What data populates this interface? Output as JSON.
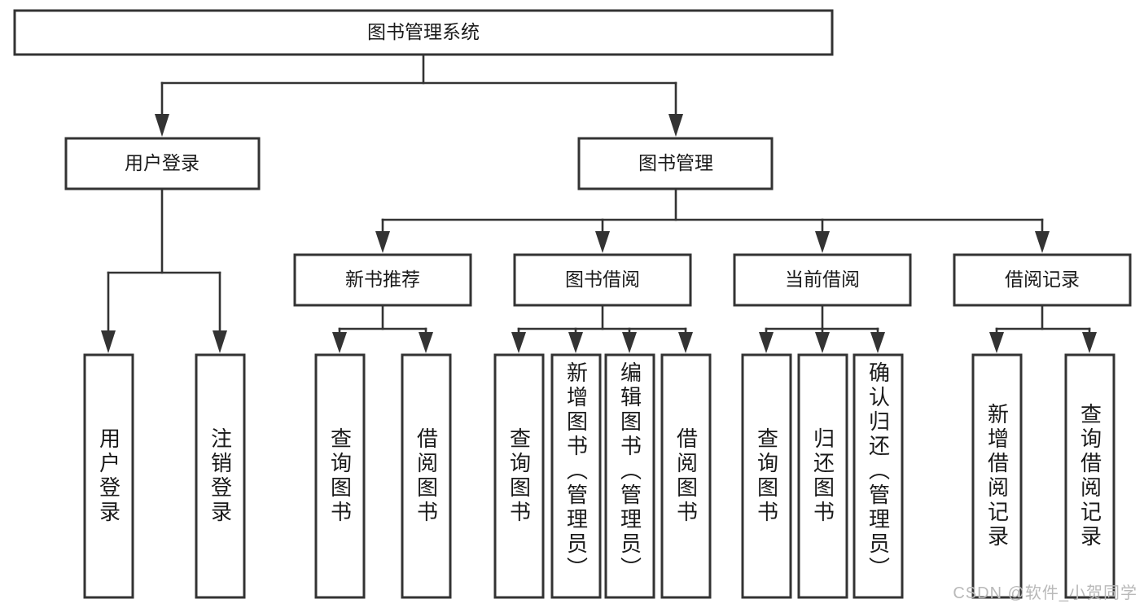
{
  "diagram": {
    "title": "图书管理系统",
    "type": "tree",
    "watermark": "CSDN @软件_小贺同学",
    "colors": {
      "box_stroke": "#333333",
      "box_fill": "#ffffff",
      "edge": "#333333",
      "text": "#1a1a1a",
      "background": "#ffffff",
      "watermark": "#b9b9b9"
    },
    "levels": {
      "root": [
        "图书管理系统"
      ],
      "level2": [
        "用户登录",
        "图书管理"
      ],
      "level3": [
        "新书推荐",
        "图书借阅",
        "当前借阅",
        "借阅记录"
      ],
      "level4": [
        "用户登录",
        "注销登录",
        "查询图书",
        "借阅图书",
        "查询图书",
        "新增图书（管理员）",
        "编辑图书（管理员）",
        "借阅图书",
        "查询图书",
        "归还图书",
        "确认归还（管理员）",
        "新增借阅记录",
        "查询借阅记录"
      ]
    },
    "nodes": {
      "root": {
        "label": "图书管理系统"
      },
      "user_login": {
        "label": "用户登录"
      },
      "book_manage": {
        "label": "图书管理"
      },
      "new_book_rec": {
        "label": "新书推荐"
      },
      "book_borrow": {
        "label": "图书借阅"
      },
      "current_borrow": {
        "label": "当前借阅"
      },
      "borrow_record": {
        "label": "借阅记录"
      },
      "leaf_user_login": {
        "label": "用户登录"
      },
      "leaf_user_logout": {
        "label": "注销登录"
      },
      "leaf_query_book_1": {
        "label": "查询图书"
      },
      "leaf_borrow_book_1": {
        "label": "借阅图书"
      },
      "leaf_query_book_2": {
        "label": "查询图书"
      },
      "leaf_add_book": {
        "label": "新增图书（管理员）"
      },
      "leaf_edit_book": {
        "label": "编辑图书（管理员）"
      },
      "leaf_borrow_book_2": {
        "label": "借阅图书"
      },
      "leaf_query_book_3": {
        "label": "查询图书"
      },
      "leaf_return_book": {
        "label": "归还图书"
      },
      "leaf_confirm_return": {
        "label": "确认归还（管理员）"
      },
      "leaf_add_record": {
        "label": "新增借阅记录"
      },
      "leaf_query_record": {
        "label": "查询借阅记录"
      }
    },
    "edges": [
      {
        "from": "root",
        "to": "user_login"
      },
      {
        "from": "root",
        "to": "book_manage"
      },
      {
        "from": "user_login",
        "to": "leaf_user_login"
      },
      {
        "from": "user_login",
        "to": "leaf_user_logout"
      },
      {
        "from": "book_manage",
        "to": "new_book_rec"
      },
      {
        "from": "book_manage",
        "to": "book_borrow"
      },
      {
        "from": "book_manage",
        "to": "current_borrow"
      },
      {
        "from": "book_manage",
        "to": "borrow_record"
      },
      {
        "from": "new_book_rec",
        "to": "leaf_query_book_1"
      },
      {
        "from": "new_book_rec",
        "to": "leaf_borrow_book_1"
      },
      {
        "from": "book_borrow",
        "to": "leaf_query_book_2"
      },
      {
        "from": "book_borrow",
        "to": "leaf_add_book"
      },
      {
        "from": "book_borrow",
        "to": "leaf_edit_book"
      },
      {
        "from": "book_borrow",
        "to": "leaf_borrow_book_2"
      },
      {
        "from": "current_borrow",
        "to": "leaf_query_book_3"
      },
      {
        "from": "current_borrow",
        "to": "leaf_return_book"
      },
      {
        "from": "current_borrow",
        "to": "leaf_confirm_return"
      },
      {
        "from": "borrow_record",
        "to": "leaf_add_record"
      },
      {
        "from": "borrow_record",
        "to": "leaf_query_record"
      }
    ]
  }
}
